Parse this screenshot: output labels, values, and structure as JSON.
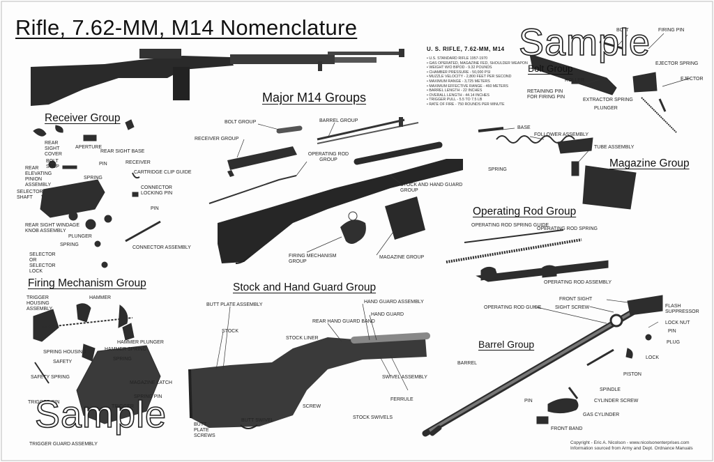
{
  "title": "Rifle, 7.62-MM, M14 Nomenclature",
  "watermark": "Sample",
  "groups": {
    "major": "Major M14 Groups",
    "receiver": "Receiver Group",
    "bolt": "Bolt Group",
    "magazine": "Magazine Group",
    "operating_rod": "Operating Rod Group",
    "firing": "Firing Mechanism Group",
    "stock": "Stock and Hand Guard Group",
    "barrel": "Barrel Group"
  },
  "specs": {
    "heading": "U. S. RIFLE, 7.62-MM, M14",
    "lines": [
      "• U.S. STANDARD RIFLE 1957-1970",
      "• GAS OPERATED, MAGAZINE FED, SHOULDER WEAPON",
      "• WEIGHT W/O BIPOD - 9.32 POUNDS",
      "• CHAMBER PRESSURE - 50,000 PSI",
      "• MUZZLE VELOCITY - 2,800 FEET PER SECOND",
      "• MAXIMUM RANGE - 3,725 METERS",
      "• MAXIMUM EFFECTIVE RANGE - 460 METERS",
      "• BARREL LENGTH - 22 INCHES",
      "• OVERALL LENGTH - 44.14 INCHES",
      "• TRIGGER PULL - 5.5 TO 7.5 LB",
      "• RATE OF FIRE - 750 ROUNDS PER MINUTE"
    ]
  },
  "major_labels": {
    "bolt": "BOLT GROUP",
    "barrel": "BARREL GROUP",
    "receiver": "RECEIVER GROUP",
    "oprod": "OPERATING ROD GROUP",
    "stock": "STOCK AND HAND GUARD GROUP",
    "firing": "FIRING MECHANISM GROUP",
    "magazine": "MAGAZINE GROUP"
  },
  "receiver_labels": {
    "rear_sight_cover": "REAR SIGHT COVER",
    "aperture": "APERTURE",
    "rear_sight_base": "REAR SIGHT BASE",
    "bolt_stop": "BOLT STOP",
    "pin": "PIN",
    "spring": "SPRING",
    "rear_elevating_pinion": "REAR ELEVATING PINION ASSEMBLY",
    "selector_shaft": "SELECTOR SHAFT",
    "receiver": "RECEIVER",
    "cartridge_clip_guide": "CARTRIDGE CLIP GUIDE",
    "connector_lock_pin": "CONNECTOR LOCKING PIN",
    "rear_sight_windage": "REAR SIGHT WINDAGE KNOB ASSEMBLY",
    "plunger": "PLUNGER",
    "spring2": "SPRING",
    "connector_assembly": "CONNECTOR ASSEMBLY",
    "selector_lock": "SELECTOR OR SELECTOR LOCK",
    "pin2": "PIN"
  },
  "bolt_labels": {
    "bolt": "BOLT",
    "firing_pin": "FIRING PIN",
    "roller": "ROLLER",
    "ejector_spring": "EJECTOR SPRING",
    "ejector": "EJECTOR",
    "extractor_spring": "EXTRACTOR SPRING",
    "plunger": "PLUNGER",
    "retaining_pin": "RETAINING PIN FOR FIRING PIN"
  },
  "magazine_labels": {
    "base": "BASE",
    "follower": "FOLLOWER ASSEMBLY",
    "spring": "SPRING",
    "tube": "TUBE ASSEMBLY"
  },
  "oprod_labels": {
    "spring_guide": "OPERATING ROD SPRING GUIDE",
    "spring": "OPERATING ROD SPRING",
    "rod": "OPERATING ROD ASSEMBLY"
  },
  "firing_labels": {
    "trigger_housing": "TRIGGER HOUSING ASSEMBLY",
    "hammer": "HAMMER",
    "hammer_plunger": "HAMMER PLUNGER",
    "hammer_spring": "HAMMER SPRING",
    "spring_housing": "SPRING HOUSING",
    "safety": "SAFETY",
    "safety_spring": "SAFETY SPRING",
    "spring": "SPRING",
    "magazine_latch": "MAGAZINE LATCH",
    "spring_pin": "SPRING PIN",
    "trigger_pin": "TRIGGER PIN",
    "trigger": "TRIGGER",
    "trigger_guard": "TRIGGER GUARD ASSEMBLY"
  },
  "stock_labels": {
    "butt_plate": "BUTT PLATE ASSEMBLY",
    "stock": "STOCK",
    "stock_liner": "STOCK LINER",
    "hand_guard": "HAND GUARD ASSEMBLY",
    "rear_hand_guard_band": "REAR HAND GUARD BAND",
    "hand_guard2": "HAND GUARD",
    "swivel": "SWIVEL ASSEMBLY",
    "ferrule": "FERRULE",
    "butt_swivel": "BUTT SWIVEL",
    "screw": "SCREW",
    "stock_swivels": "STOCK SWIVELS",
    "plate_screws": "BUTT PLATE SCREWS"
  },
  "barrel_labels": {
    "front_sight": "FRONT SIGHT",
    "sight_screw": "SIGHT SCREW",
    "flash_suppressor": "FLASH SUPPRESSOR",
    "lock_nut": "LOCK NUT",
    "op_rod_guide": "OPERATING ROD GUIDE",
    "pin": "PIN",
    "plug": "PLUG",
    "lock": "LOCK",
    "barrel": "BARREL",
    "piston": "PISTON",
    "spindle": "SPINDLE",
    "cylinder_screw": "CYLINDER SCREW",
    "pin2": "PIN",
    "gas_cylinder": "GAS CYLINDER",
    "front_band": "FRONT BAND"
  },
  "copyright": {
    "line1": "Copyright - Eric A. Nicolson - www.nicolsonenterprises.com",
    "line2": "Information sourced from Army and Dept. Ordnance Manuals"
  }
}
